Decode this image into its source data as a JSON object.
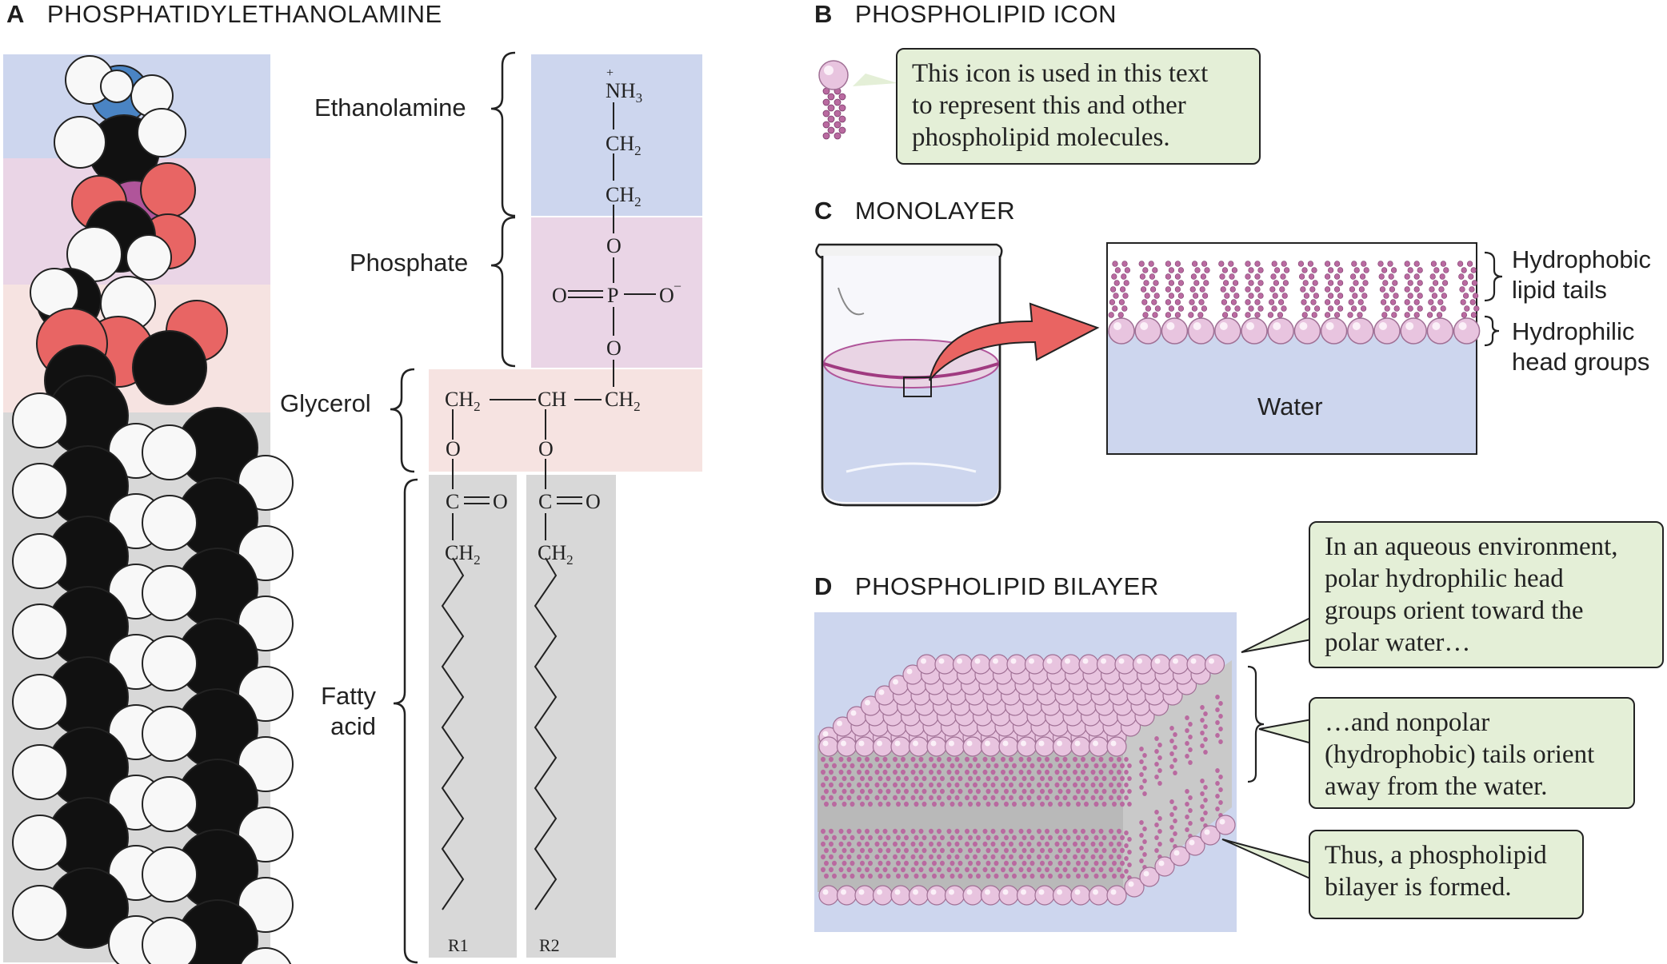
{
  "colors": {
    "ethanolamine_band": "#cdd6ee",
    "phosphate_band": "#ead5e6",
    "glycerol_band": "#f6e3e1",
    "fatty_band": "#d8d8d8",
    "callout_bg": "#e4efd7",
    "head_group": "#e8c4df",
    "tail": "#b96aa0",
    "water": "#cdd6ee",
    "arrow": "#e96462",
    "oxygen": "#e86564",
    "nitrogen": "#4a84c4",
    "phosphorus": "#b0559a"
  },
  "panel_a": {
    "letter": "A",
    "title": "PHOSPHATIDYLETHANOLAMINE",
    "labels": {
      "ethanolamine": "Ethanolamine",
      "phosphate": "Phosphate",
      "glycerol": "Glycerol",
      "fatty_acid_1": "Fatty",
      "fatty_acid_2": "acid"
    },
    "formula": {
      "plus": "+",
      "nh3": "NH",
      "nh3_sub": "3",
      "ch2": "CH",
      "ch2_sub": "2",
      "o": "O",
      "p": "P",
      "minus": "–",
      "ch": "CH",
      "c": "C",
      "r1": "R1",
      "r2": "R2"
    }
  },
  "panel_b": {
    "letter": "B",
    "title": "PHOSPHOLIPID ICON",
    "callout": [
      "This icon is used in this text",
      "to represent this and other",
      "phospholipid molecules."
    ]
  },
  "panel_c": {
    "letter": "C",
    "title": "MONOLAYER",
    "water_label": "Water",
    "tails_label": [
      "Hydrophobic",
      "lipid tails"
    ],
    "heads_label": [
      "Hydrophilic",
      "head groups"
    ]
  },
  "panel_d": {
    "letter": "D",
    "title": "PHOSPHOLIPID BILAYER",
    "callout_1": [
      "In an aqueous environment,",
      "polar hydrophilic head",
      "groups orient toward the",
      "polar water…"
    ],
    "callout_2": [
      "…and nonpolar",
      "(hydrophobic) tails orient",
      "away from the water."
    ],
    "callout_3": [
      "Thus, a phospholipid",
      "bilayer is formed."
    ]
  }
}
